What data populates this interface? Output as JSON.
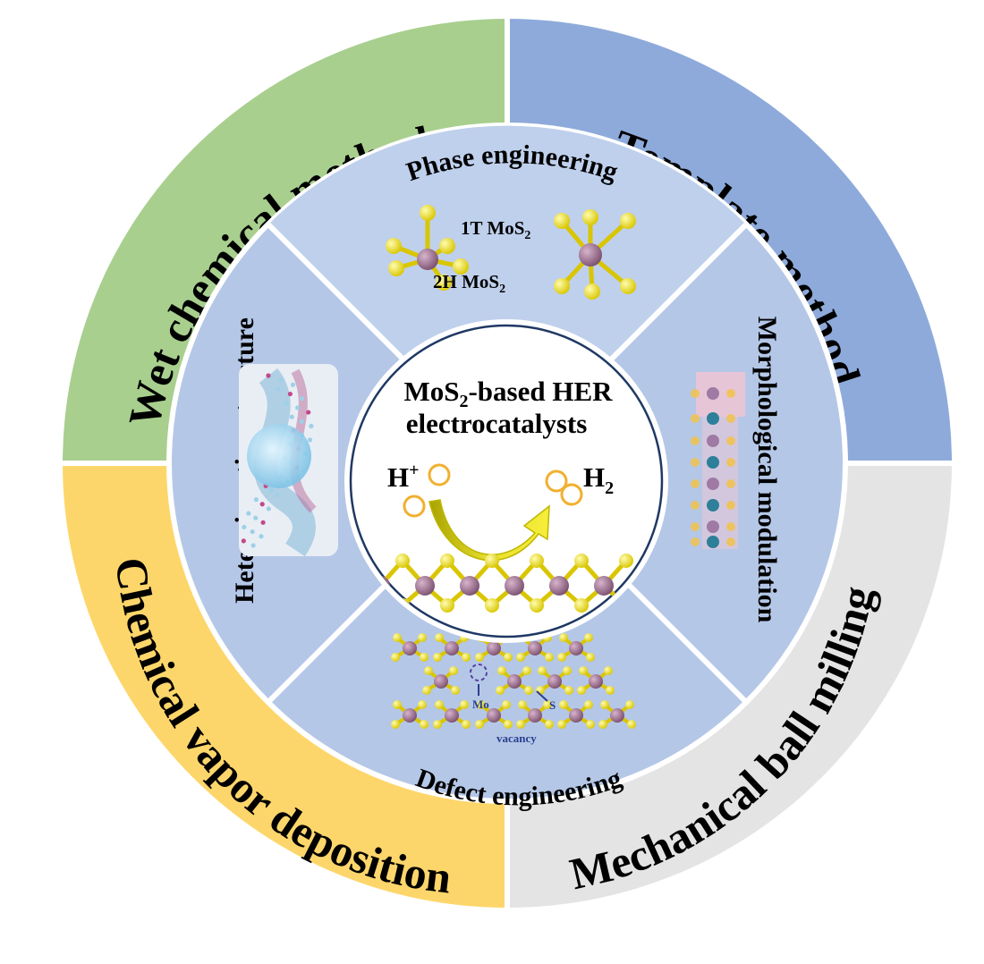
{
  "colors": {
    "wet": "#a8cf8e",
    "template": "#8eaadb",
    "cvd": "#fdd66b",
    "ball": "#e4e4e4",
    "inner_ring": "#b4c7e7",
    "inner_ring_light": "#bfd0ec",
    "mo_atom": "#9a6f8e",
    "s_atom": "#f2e200",
    "arrow": "#d6cc00",
    "ring_line": "#1f3864"
  },
  "outer_ring": {
    "wet_chemical": "Wet chemical method",
    "template": "Template method",
    "cvd": "Chemical vapor deposition",
    "ball_milling": "Mechanical ball milling"
  },
  "inner_ring": {
    "phase": "Phase engineering",
    "morphology": "Morphological modulation",
    "defect": "Defect engineering",
    "heterojunction": "Heterojunction structure"
  },
  "phase_panel": {
    "label_1t_prefix": "1T MoS",
    "label_1t_sub": "2",
    "label_2h_prefix": "2H MoS",
    "label_2h_sub": "2"
  },
  "defect_panel": {
    "mo_label": "Mo",
    "s_label": "S",
    "vacancy_label": "vacancy"
  },
  "center": {
    "title_prefix": "MoS",
    "title_sub": "2",
    "title_suffix": "-based HER",
    "title_line2": "electrocatalysts",
    "reactant": "H",
    "reactant_sup": "+",
    "product": "H",
    "product_sub": "2"
  }
}
